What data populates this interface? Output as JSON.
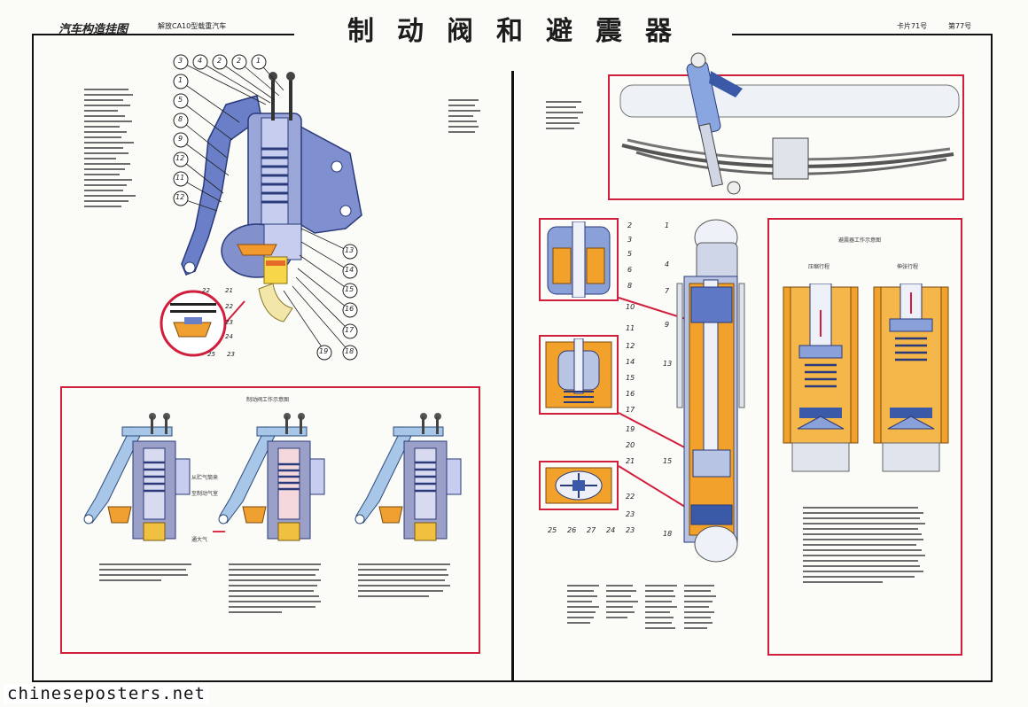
{
  "header": {
    "series_title": "汽车构造挂图",
    "subtitle": "解放CA10型载重汽车",
    "main_title": "制动阀和避震器",
    "plate_number": "卡片71号",
    "page_number": "第77号"
  },
  "left_panel": {
    "callouts_top": [
      "3",
      "4",
      "2",
      "2",
      "1"
    ],
    "callouts_left": [
      "1",
      "5",
      "8",
      "9",
      "12",
      "11",
      "12"
    ],
    "callouts_right": [
      "13",
      "14",
      "15",
      "16",
      "17",
      "18",
      "19"
    ],
    "callouts_inset": [
      "22",
      "21",
      "22",
      "23",
      "24",
      "25",
      "23"
    ],
    "operation_box_title": "制动阀工作示意图",
    "labels_in_box": [
      "从贮气筒来",
      "至制动气室",
      "通大气"
    ]
  },
  "right_panel": {
    "callouts_right": [
      "1",
      "4",
      "7",
      "9",
      "13",
      "15",
      "18"
    ],
    "callouts_inset1": [
      "2",
      "3",
      "5",
      "6",
      "8",
      "10"
    ],
    "callouts_inset2": [
      "11",
      "12",
      "14",
      "15",
      "16",
      "17",
      "19",
      "20",
      "21"
    ],
    "callouts_inset3": [
      "22",
      "23",
      "25",
      "26",
      "27",
      "24",
      "23"
    ],
    "working_box_title": "避震器工作示意图",
    "working_labels": [
      "压缩行程",
      "伸张行程"
    ]
  },
  "watermark": "chineseposters.net",
  "colors": {
    "frame_red": "#d11e3c",
    "steel_blue": "#5670b8",
    "oil_orange": "#f2a12a",
    "background": "#fbfbf8"
  }
}
